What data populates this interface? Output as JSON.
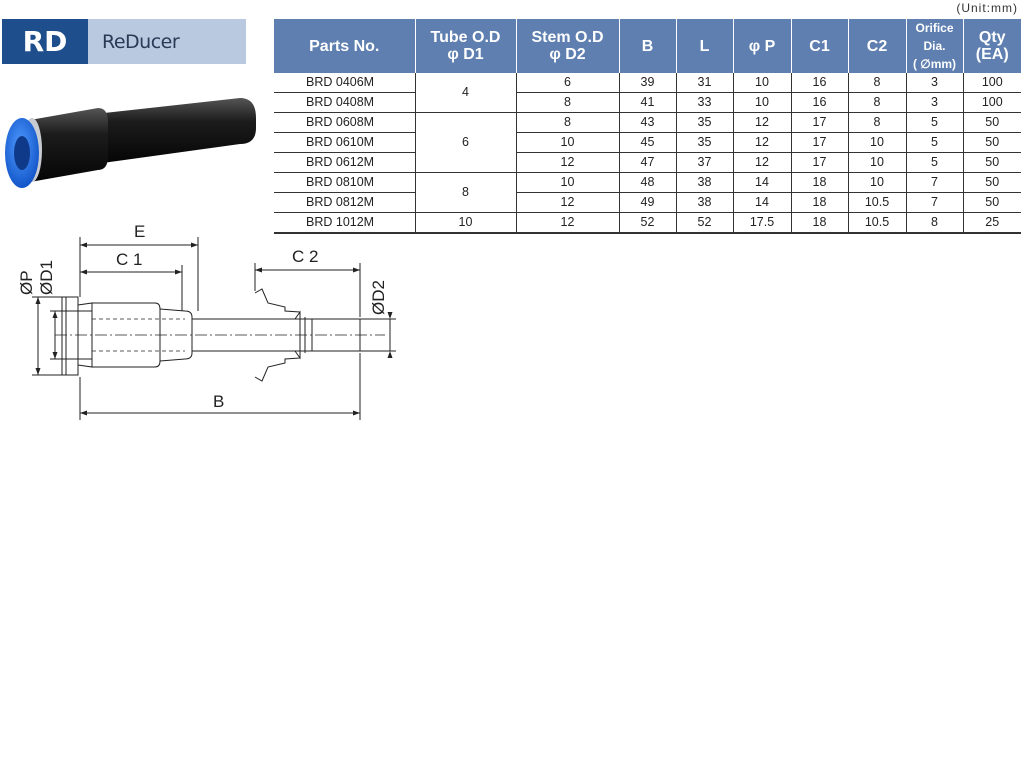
{
  "header": {
    "code": "RD",
    "name": "ReDucer"
  },
  "unit_note": "(Unit:mm)",
  "table": {
    "headers": {
      "parts_no": "Parts No.",
      "tube_od": "Tube O.D",
      "tube_od_sym": "φ D1",
      "stem_od": "Stem O.D",
      "stem_od_sym": "φ D2",
      "b": "B",
      "l": "L",
      "p": "φ P",
      "c1": "C1",
      "c2": "C2",
      "orifice": "Orifice Dia.",
      "orifice_unit": "( ∅mm)",
      "qty": "Qty",
      "qty_unit": "(EA)"
    },
    "rows": [
      {
        "part": "BRD 0406M",
        "d2": "6",
        "b": "39",
        "l": "31",
        "p": "10",
        "c1": "16",
        "c2": "8",
        "orifice": "3",
        "qty": "100"
      },
      {
        "part": "BRD 0408M",
        "d2": "8",
        "b": "41",
        "l": "33",
        "p": "10",
        "c1": "16",
        "c2": "8",
        "orifice": "3",
        "qty": "100"
      },
      {
        "part": "BRD 0608M",
        "d2": "8",
        "b": "43",
        "l": "35",
        "p": "12",
        "c1": "17",
        "c2": "8",
        "orifice": "5",
        "qty": "50"
      },
      {
        "part": "BRD 0610M",
        "d2": "10",
        "b": "45",
        "l": "35",
        "p": "12",
        "c1": "17",
        "c2": "10",
        "orifice": "5",
        "qty": "50"
      },
      {
        "part": "BRD 0612M",
        "d2": "12",
        "b": "47",
        "l": "37",
        "p": "12",
        "c1": "17",
        "c2": "10",
        "orifice": "5",
        "qty": "50"
      },
      {
        "part": "BRD 0810M",
        "d2": "10",
        "b": "48",
        "l": "38",
        "p": "14",
        "c1": "18",
        "c2": "10",
        "orifice": "7",
        "qty": "50"
      },
      {
        "part": "BRD 0812M",
        "d2": "12",
        "b": "49",
        "l": "38",
        "p": "14",
        "c1": "18",
        "c2": "10.5",
        "orifice": "7",
        "qty": "50"
      },
      {
        "part": "BRD 1012M",
        "d2": "12",
        "b": "52",
        "l": "52",
        "p": "17.5",
        "c1": "18",
        "c2": "10.5",
        "orifice": "8",
        "qty": "25"
      }
    ],
    "d1_groups": [
      "4",
      "6",
      "8",
      "10"
    ]
  },
  "drawing": {
    "labels": {
      "e": "E",
      "c1": "C 1",
      "c2": "C 2",
      "b": "B",
      "p": "ØP",
      "d1": "ØD1",
      "d2": "ØD2"
    }
  },
  "colors": {
    "badge_dark": "#1f4e8c",
    "badge_light": "#b9c9e0",
    "table_header": "#5e7fb0",
    "collet_blue": "#1f6fe0"
  }
}
